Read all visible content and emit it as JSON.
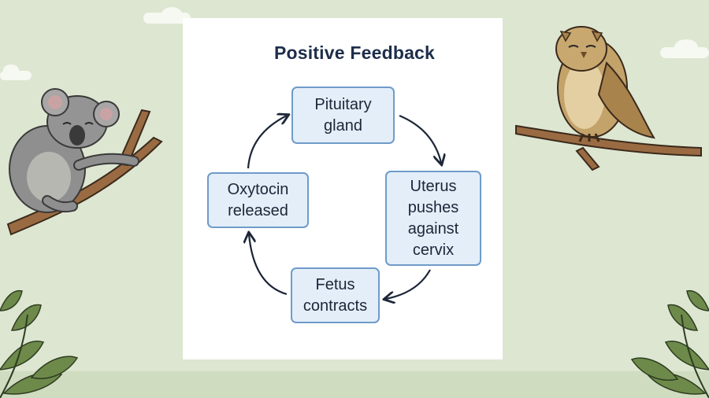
{
  "diagram": {
    "title": "Positive Feedback",
    "nodes": [
      {
        "id": "pituitary",
        "label": "Pituitary\ngland"
      },
      {
        "id": "uterus",
        "label": "Uterus\npushes\nagainst\ncervix"
      },
      {
        "id": "fetus",
        "label": "Fetus\ncontracts"
      },
      {
        "id": "oxytocin",
        "label": "Oxytocin\nreleased"
      }
    ],
    "edges": [
      {
        "from": "pituitary",
        "to": "uterus"
      },
      {
        "from": "uterus",
        "to": "fetus"
      },
      {
        "from": "fetus",
        "to": "oxytocin"
      },
      {
        "from": "oxytocin",
        "to": "pituitary"
      }
    ]
  },
  "colors": {
    "background": "#dde6d1",
    "panel": "#ffffff",
    "node_fill": "#e3eef9",
    "node_border": "#6f9bc9",
    "arrow": "#1c2638",
    "title": "#1e2d4a"
  },
  "illustrations": [
    "koala-on-branch",
    "owl-on-branch",
    "leaves-left",
    "leaves-right",
    "clouds"
  ]
}
